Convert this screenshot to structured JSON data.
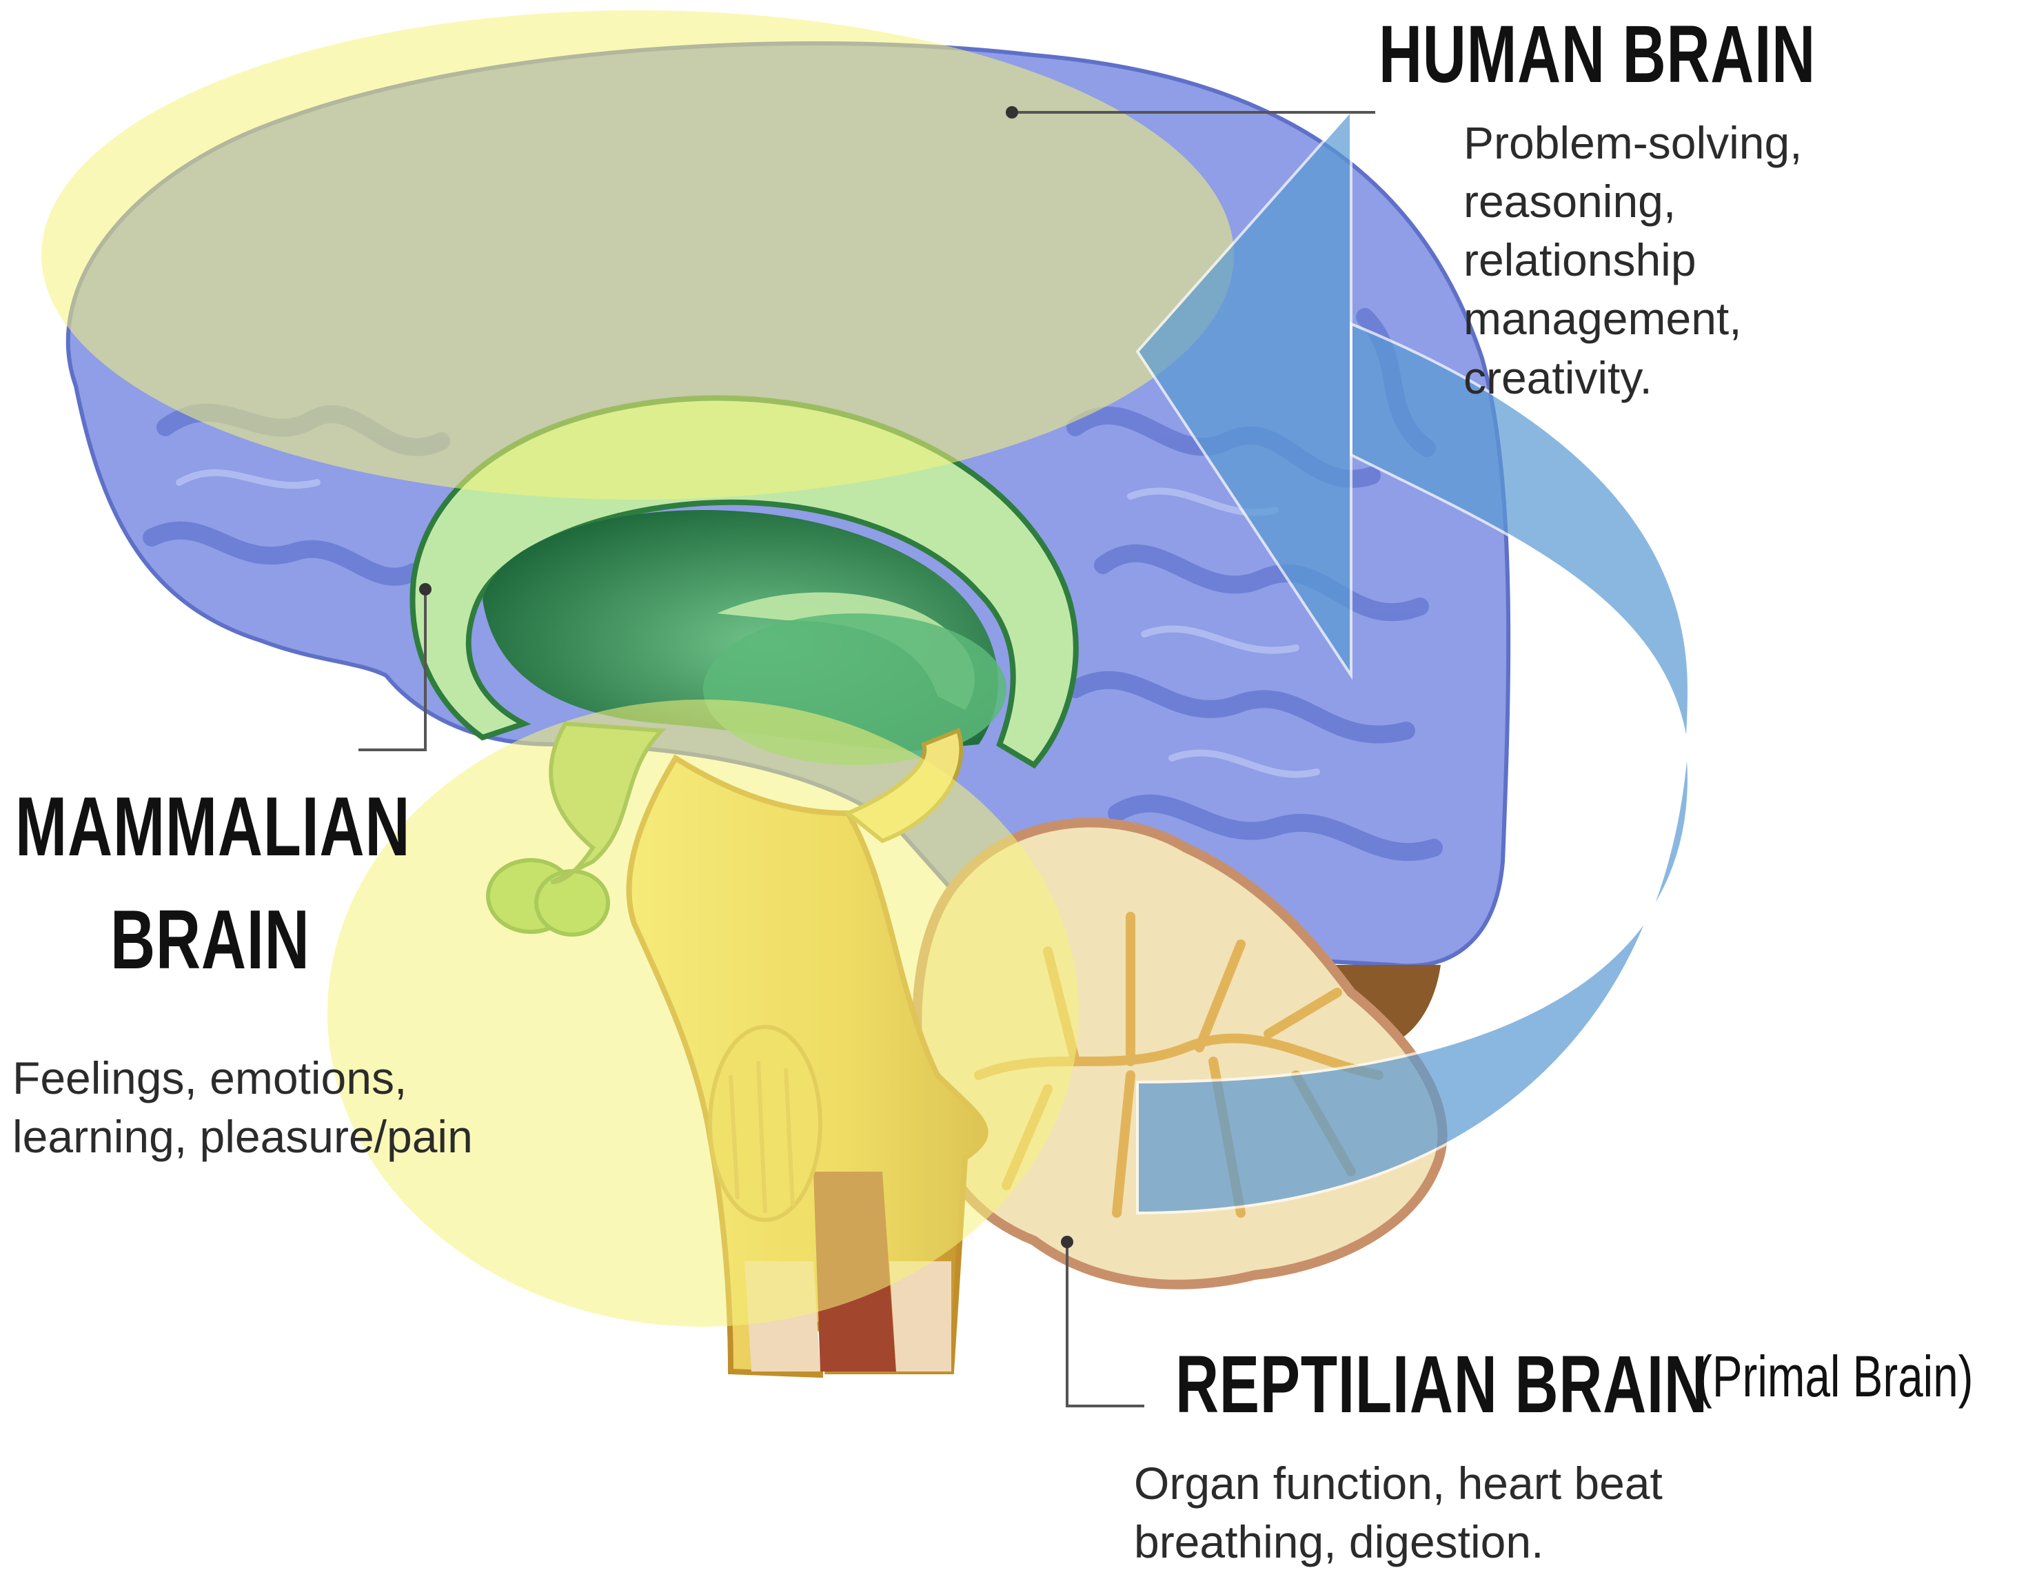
{
  "human": {
    "title": "HUMAN BRAIN",
    "lines": [
      "Problem-solving,",
      "reasoning,",
      "relationship",
      "management,",
      "creativity."
    ]
  },
  "mammalian": {
    "title_line1": "MAMMALIAN",
    "title_line2": "BRAIN",
    "lines": [
      "Feelings, emotions,",
      "learning, pleasure/pain"
    ]
  },
  "reptilian": {
    "title": "REPTILIAN BRAIN",
    "note": "(Primal Brain)",
    "lines": [
      "Organ function, heart beat",
      "breathing, digestion."
    ]
  },
  "colors": {
    "cortex_blue": "#8f9ee6",
    "cortex_fold": "#6d80d8",
    "highlight_yellow": "#f6f27a",
    "arrow_blue": "#5a9ad4",
    "limbic_green": "#3f9a52",
    "limbic_light": "#bfe8a6",
    "brainstem_yellow": "#e8cd5a",
    "cerebellum_cream": "#f2e2b8"
  }
}
